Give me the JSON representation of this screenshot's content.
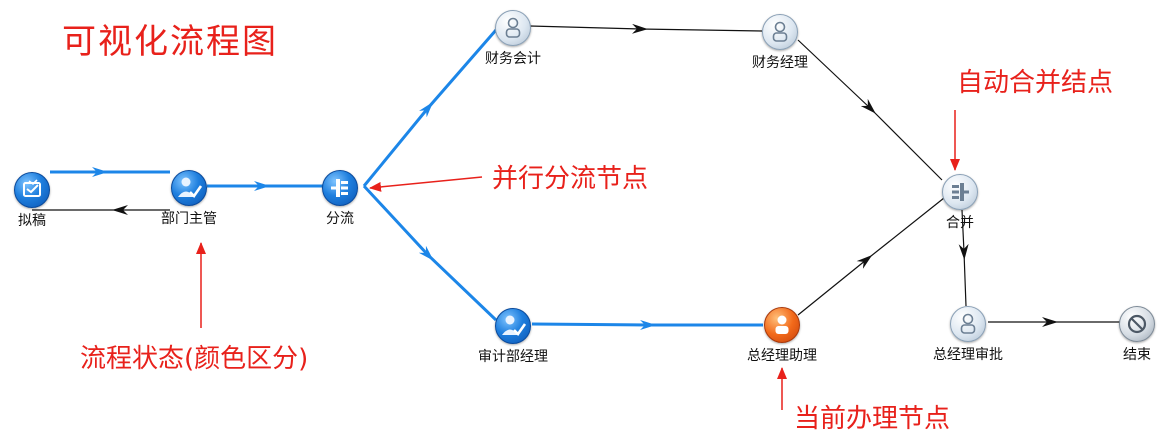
{
  "title": "可视化流程图",
  "annotations": {
    "parallel_split": "并行分流节点",
    "auto_merge": "自动合并结点",
    "status_color": "流程状态(颜色区分)",
    "current_node": "当前办理节点"
  },
  "legend_colors": {
    "done_flow": "#1c86e8",
    "pending_flow": "#111111",
    "annotation": "#e8211b",
    "current_node": "#f26a1b"
  },
  "nodes": [
    {
      "id": "draft",
      "label": "拟稿",
      "state": "done",
      "icon": "draft-icon"
    },
    {
      "id": "dept_head",
      "label": "部门主管",
      "state": "done",
      "icon": "user-check-icon"
    },
    {
      "id": "split",
      "label": "分流",
      "state": "done",
      "icon": "split-icon"
    },
    {
      "id": "finance_accountant",
      "label": "财务会计",
      "state": "pending",
      "icon": "user-icon"
    },
    {
      "id": "finance_manager",
      "label": "财务经理",
      "state": "pending",
      "icon": "user-icon"
    },
    {
      "id": "audit_manager",
      "label": "审计部经理",
      "state": "done",
      "icon": "user-check-icon"
    },
    {
      "id": "gm_assistant",
      "label": "总经理助理",
      "state": "current",
      "icon": "user-icon"
    },
    {
      "id": "merge",
      "label": "合并",
      "state": "pending",
      "icon": "merge-icon"
    },
    {
      "id": "gm_approval",
      "label": "总经理审批",
      "state": "pending",
      "icon": "user-icon"
    },
    {
      "id": "end",
      "label": "结束",
      "state": "end",
      "icon": "stop-icon"
    }
  ],
  "edges": [
    {
      "from": "draft",
      "to": "dept_head",
      "state": "done"
    },
    {
      "from": "dept_head",
      "to": "draft",
      "state": "pending"
    },
    {
      "from": "dept_head",
      "to": "split",
      "state": "done"
    },
    {
      "from": "split",
      "to": "finance_accountant",
      "state": "done"
    },
    {
      "from": "split",
      "to": "audit_manager",
      "state": "done"
    },
    {
      "from": "finance_accountant",
      "to": "finance_manager",
      "state": "pending"
    },
    {
      "from": "finance_manager",
      "to": "merge",
      "state": "pending"
    },
    {
      "from": "audit_manager",
      "to": "gm_assistant",
      "state": "done"
    },
    {
      "from": "gm_assistant",
      "to": "merge",
      "state": "pending"
    },
    {
      "from": "merge",
      "to": "gm_approval",
      "state": "pending"
    },
    {
      "from": "gm_approval",
      "to": "end",
      "state": "pending"
    }
  ]
}
